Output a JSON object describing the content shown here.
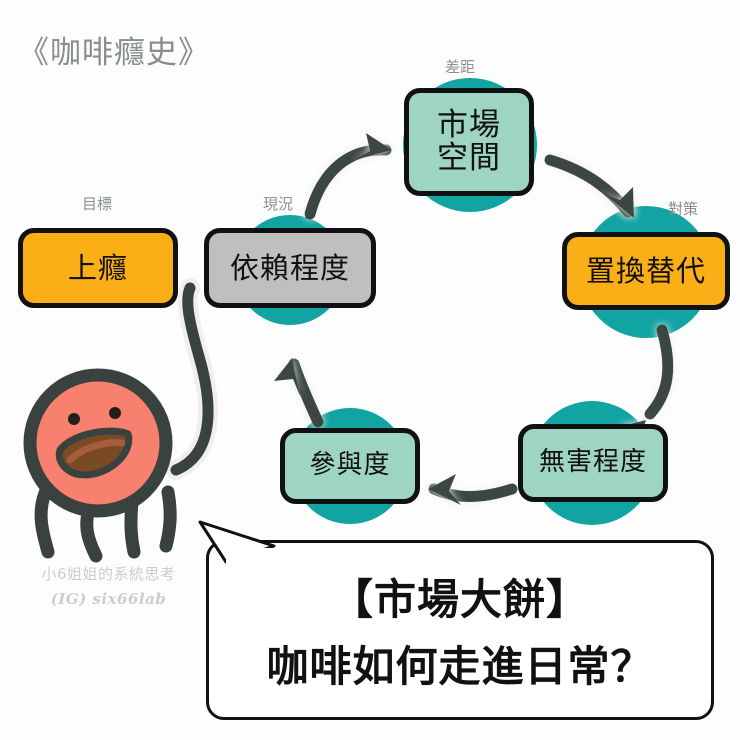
{
  "page": {
    "title": "《咖啡癮史》",
    "background_color": "#fdfdfd"
  },
  "colors": {
    "orange": "#FAAF17",
    "mint": "#9ED4C3",
    "teal_circle": "#12A3A3",
    "gray_box": "#BFBFBF",
    "outline": "#111111",
    "arrow": "#3D4642",
    "label_gray": "#8a9090",
    "title_gray": "#888e8e",
    "watermark_gray": "#cbcdcb",
    "mascot_body": "#F7806E",
    "mascot_outline": "#3A4240",
    "mascot_mouth": "#7A4A22"
  },
  "nodes": [
    {
      "id": "goal",
      "label": "目標",
      "text": "上癮",
      "style": "orange"
    },
    {
      "id": "current",
      "label": "現況",
      "text": "依賴程度",
      "style": "gray"
    },
    {
      "id": "gap",
      "label": "差距",
      "text": "市場\n空間",
      "style": "mint"
    },
    {
      "id": "counter",
      "label": "對策",
      "text": "置換替代",
      "style": "orange"
    },
    {
      "id": "harmless",
      "label": "",
      "text": "無害程度",
      "style": "mint"
    },
    {
      "id": "engage",
      "label": "",
      "text": "參與度",
      "style": "mint"
    }
  ],
  "node_text": {
    "goal": "上癮",
    "current": "依賴程度",
    "gap_line1": "市場",
    "gap_line2": "空間",
    "counter": "置換替代",
    "harmless": "無害程度",
    "engage": "參與度"
  },
  "node_labels": {
    "goal": "目標",
    "current": "現況",
    "gap": "差距",
    "counter": "對策"
  },
  "bubble": {
    "line1": "【市場大餅】",
    "line2": "咖啡如何走進日常？"
  },
  "watermark": {
    "line1": "小6姐姐的系統思考",
    "line2": "(IG) six66lab"
  },
  "arrows": [
    {
      "from": "current",
      "to": "gap",
      "direction": "up-right"
    },
    {
      "from": "gap",
      "to": "counter",
      "direction": "down-right"
    },
    {
      "from": "counter",
      "to": "harmless",
      "direction": "down"
    },
    {
      "from": "harmless",
      "to": "engage",
      "direction": "left"
    },
    {
      "from": "engage",
      "to": "current",
      "direction": "up"
    }
  ],
  "mascot": {
    "name": "octopus-mascot",
    "description": "round coral octopus character with smiling open mouth and four tentacles"
  }
}
